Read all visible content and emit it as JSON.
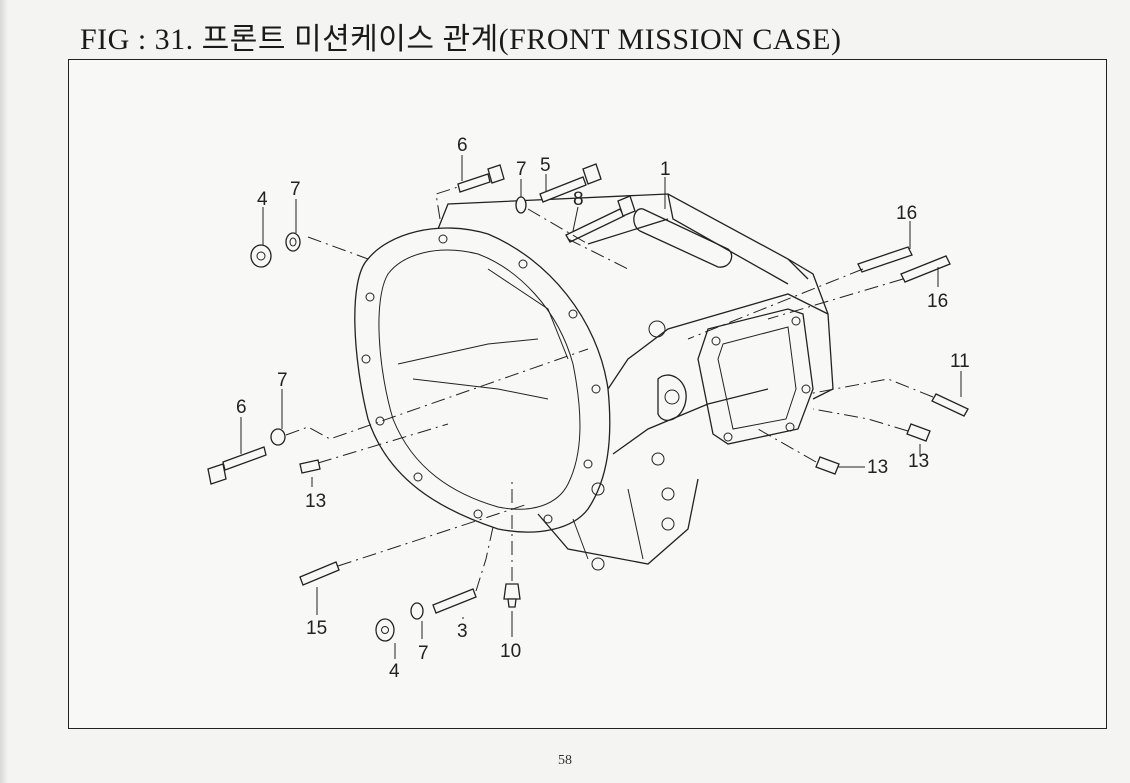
{
  "figure": {
    "title": "FIG : 31. 프론트 미션케이스 관계(FRONT MISSION CASE)"
  },
  "callouts": {
    "c1": "1",
    "c3": "3",
    "c4_top": "4",
    "c4_bottom": "4",
    "c5": "5",
    "c6_top": "6",
    "c6_left": "6",
    "c7_top_left": "7",
    "c7_top_mid": "7",
    "c7_left": "7",
    "c7_bottom": "7",
    "c8": "8",
    "c10": "10",
    "c11": "11",
    "c13_left": "13",
    "c13_right_a": "13",
    "c13_right_b": "13",
    "c15": "15",
    "c16_top": "16",
    "c16_right": "16"
  },
  "page": {
    "number": "58"
  }
}
